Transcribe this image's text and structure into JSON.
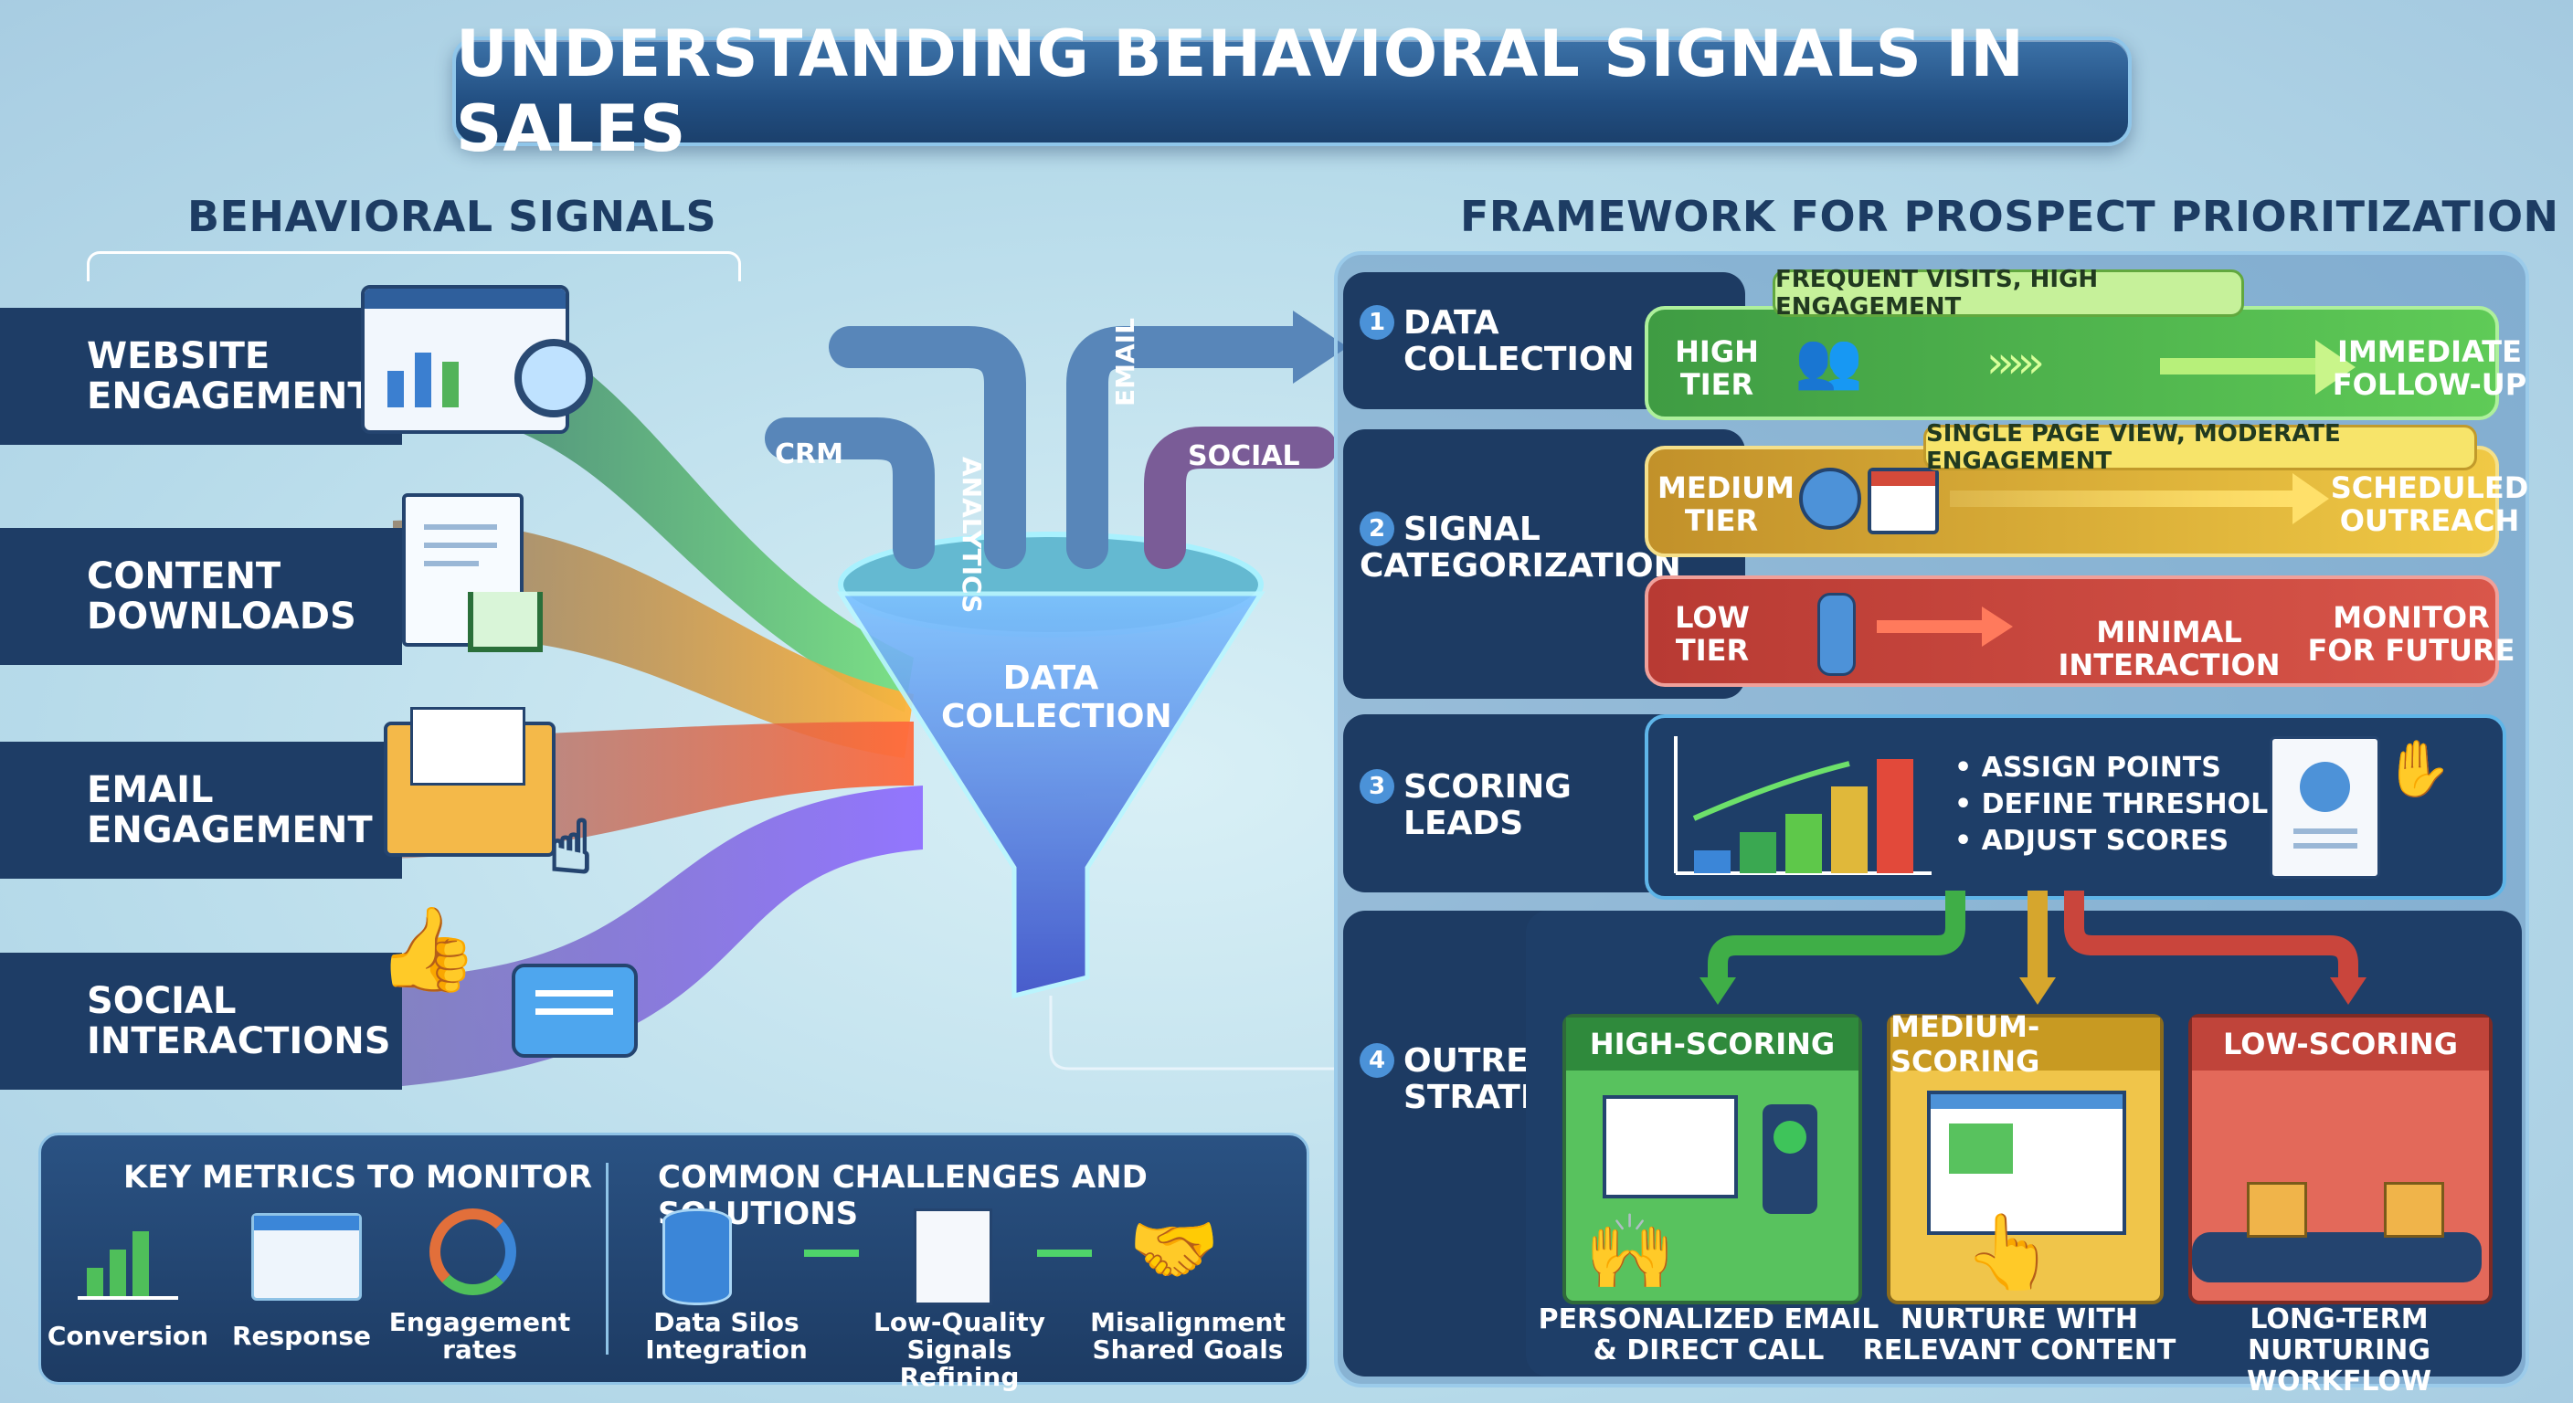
{
  "title": "UNDERSTANDING BEHAVIORAL SIGNALS IN SALES",
  "left": {
    "heading": "BEHAVIORAL SIGNALS",
    "signals": [
      {
        "line1": "WEBSITE",
        "line2": "ENGAGEMENT"
      },
      {
        "line1": "CONTENT",
        "line2": "DOWNLOADS"
      },
      {
        "line1": "EMAIL",
        "line2": "ENGAGEMENT"
      },
      {
        "line1": "SOCIAL",
        "line2": "INTERACTIONS"
      }
    ]
  },
  "funnel": {
    "pipes": [
      "CRM",
      "ANALYTICS",
      "EMAIL",
      "SOCIAL"
    ],
    "label_line1": "DATA",
    "label_line2": "COLLECTION"
  },
  "framework": {
    "heading": "FRAMEWORK FOR PROSPECT PRIORITIZATION",
    "steps": [
      {
        "num": "1",
        "line1": "DATA",
        "line2": "COLLECTION"
      },
      {
        "num": "2",
        "line1": "SIGNAL",
        "line2": "CATEGORIZATION"
      },
      {
        "num": "3",
        "line1": "SCORING",
        "line2": "LEADS"
      },
      {
        "num": "4",
        "line1": "OUTREACH",
        "line2": "STRATEGY"
      }
    ],
    "tiers": {
      "high": {
        "tag": "FREQUENT VISITS, HIGH ENGAGEMENT",
        "line1": "HIGH",
        "line2": "TIER",
        "action1": "IMMEDIATE",
        "action2": "FOLLOW-UP",
        "color": "#3fae47"
      },
      "medium": {
        "tag": "SINGLE PAGE VIEW, MODERATE ENGAGEMENT",
        "line1": "MEDIUM",
        "line2": "TIER",
        "action1": "SCHEDULED",
        "action2": "OUTREACH",
        "color": "#d9a82a"
      },
      "low": {
        "line1": "LOW",
        "line2": "TIER",
        "middle": "MINIMAL INTERACTION",
        "action1": "MONITOR",
        "action2": "FOR FUTURE",
        "color": "#d0463c"
      }
    },
    "scoring": {
      "bullets": [
        "• ASSIGN POINTS",
        "• DEFINE THRESHOLDS",
        "• ADJUST SCORES"
      ]
    },
    "outreach": [
      {
        "head": "HIGH-SCORING",
        "cap1": "PERSONALIZED EMAIL",
        "cap2": "& DIRECT CALL",
        "color": "#3a9a47"
      },
      {
        "head": "MEDIUM-SCORING",
        "cap1": "NURTURE WITH",
        "cap2": "RELEVANT CONTENT",
        "color": "#d6a62d"
      },
      {
        "head": "LOW-SCORING",
        "cap1": "LONG-TERM",
        "cap2": "NURTURING WORKFLOW",
        "color": "#c9453c"
      }
    ]
  },
  "bottom": {
    "metrics_heading": "KEY METRICS TO MONITOR",
    "metrics": [
      {
        "label1": "Conversion",
        "label2": ""
      },
      {
        "label1": "Response",
        "label2": ""
      },
      {
        "label1": "Engagement",
        "label2": "rates"
      }
    ],
    "challenges_heading": "COMMON CHALLENGES AND SOLUTIONS",
    "challenges": [
      {
        "label1": "Data Silos",
        "label2": "Integration"
      },
      {
        "label1": "Low-Quality Signals",
        "label2": "Refining"
      },
      {
        "label1": "Misalignment",
        "label2": "Shared Goals"
      }
    ]
  }
}
